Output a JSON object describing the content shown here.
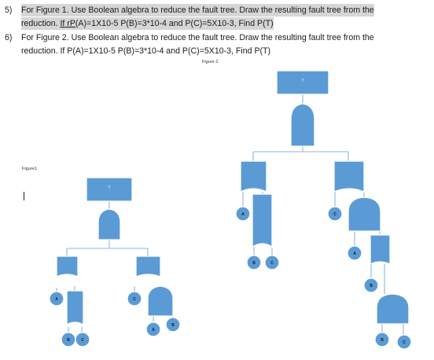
{
  "questions": [
    {
      "number": "5)",
      "line1": "For Figure 1. Use Boolean algebra to reduce the fault tree. Draw the resulting fault tree from the",
      "line2_start": "reduction. ",
      "line2_if": "If",
      "line2_err": " rP",
      "line2_rest": "(A)=1X10-5 P(B)=3*10-4 and P(C)=5X10-3, Find P(T)"
    },
    {
      "number": "6)",
      "line1": "For Figure 2. Use Boolean algebra to reduce the fault tree. Draw the resulting fault tree from the",
      "line2": "reduction.  If P(A)=1X10-5 P(B)=3*10-4 and P(C)=5X10-3, Find P(T)"
    }
  ],
  "figure1": {
    "label": "Figure1",
    "top_event": "T",
    "events": [
      "A",
      "C",
      "B",
      "C",
      "A",
      "B"
    ]
  },
  "figure2": {
    "label": "Figure 2",
    "top_event": "T",
    "events": [
      "A",
      "C",
      "B",
      "C",
      "A",
      "B",
      "B",
      "C"
    ]
  },
  "colors": {
    "shape_fill": "#5b9bd5",
    "connector": "#8fb4dc",
    "highlight": "#d6d6d6"
  }
}
